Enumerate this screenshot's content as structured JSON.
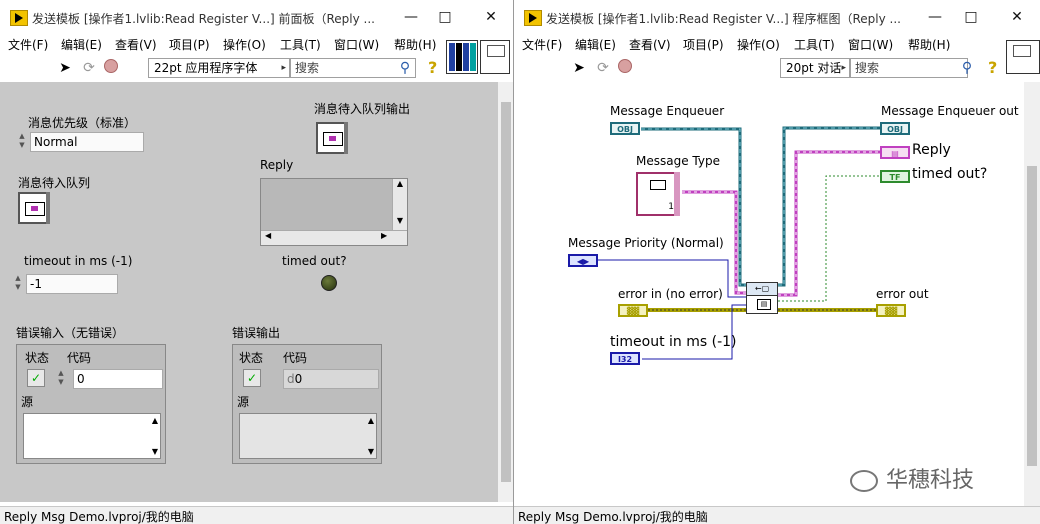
{
  "front_panel": {
    "title": "发送模板 [操作者1.lvlib:Read Register V...] 前面板（Reply ...",
    "menu": [
      "文件(F)",
      "编辑(E)",
      "查看(V)",
      "项目(P)",
      "操作(O)",
      "工具(T)",
      "窗口(W)",
      "帮助(H)"
    ],
    "font_selector": "22pt 应用程序字体",
    "search_placeholder": "搜索",
    "labels": {
      "priority": "消息优先级（标准）",
      "priority_value": "Normal",
      "queue_out": "消息待入队列输出",
      "queue_in": "消息待入队列",
      "reply": "Reply",
      "timeout": "timeout in ms (-1)",
      "timeout_value": "-1",
      "timed_out": "timed out?",
      "error_in": "错误输入（无错误）",
      "error_out": "错误输出",
      "status": "状态",
      "code": "代码",
      "code_in_value": "0",
      "code_out_value": "0",
      "source": "源",
      "code_prefix": "d"
    },
    "status": "Reply Msg Demo.lvproj/我的电脑"
  },
  "block_diagram": {
    "title": "发送模板 [操作者1.lvlib:Read Register V...] 程序框图（Reply ...",
    "menu": [
      "文件(F)",
      "编辑(E)",
      "查看(V)",
      "项目(P)",
      "操作(O)",
      "工具(T)",
      "窗口(W)",
      "帮助(H)"
    ],
    "font_selector": "20pt 对话",
    "search_placeholder": "搜索",
    "labels": {
      "msg_enqueuer": "Message Enqueuer",
      "msg_type": "Message Type",
      "msg_priority": "Message Priority (Normal)",
      "error_in": "error in (no error)",
      "timeout": "timeout in ms (-1)",
      "enqueuer_out": "Message Enqueuer out",
      "reply": "Reply",
      "timed_out": "timed out?",
      "error_out": "error out",
      "const_one": "1"
    },
    "terminals": {
      "obj": "OBJ",
      "tf": "TF",
      "i32": "I32"
    },
    "status": "Reply Msg Demo.lvproj/我的电脑",
    "watermark": "华穗科技"
  },
  "colors": {
    "panel_bg": "#c8c8c8",
    "class_wire": "#1e6b7a",
    "string_wire": "#c040c0",
    "bool_wire": "#2e8b2e",
    "error_wire": "#a8a000",
    "int_wire": "#1a1aa8"
  }
}
